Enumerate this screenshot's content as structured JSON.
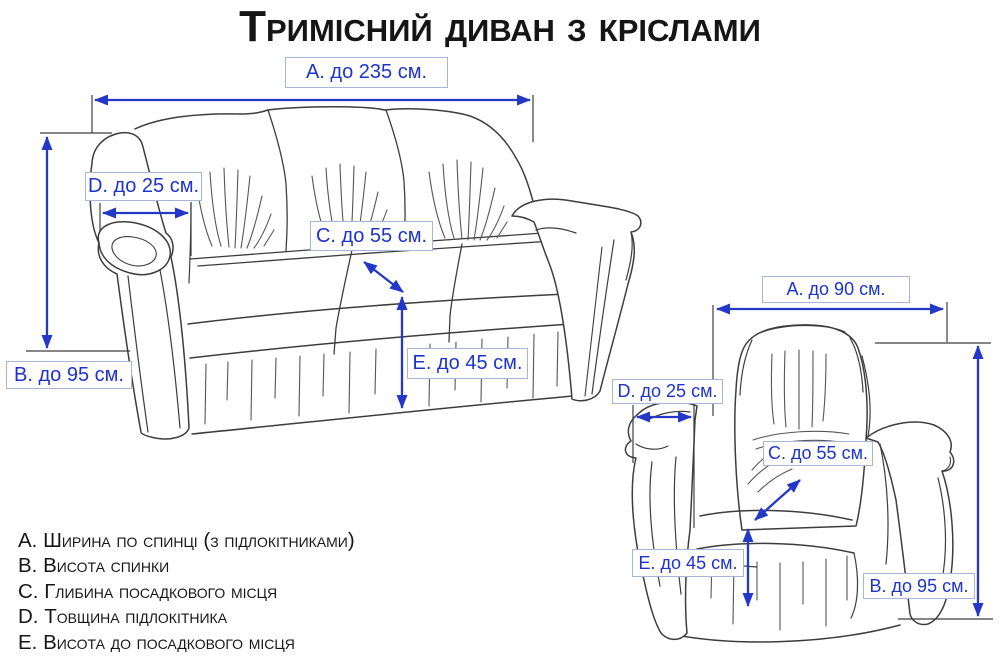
{
  "title": "Тримісний диван з кріслами",
  "sofa": {
    "name": "тримісний диван",
    "labels": {
      "a": "А. до 235 см.",
      "b": "В. до 95 см.",
      "c": "С. до 55 см.",
      "d": "D. до 25 см.",
      "e": "Е. до 45 см."
    }
  },
  "armchair": {
    "name": "крісло",
    "labels": {
      "a": "А. до 90 см.",
      "b": "В. до 95 см.",
      "c": "С. до 55 см.",
      "d": "D. до 25 см.",
      "e": "Е. до 45 см."
    }
  },
  "legend": {
    "items": [
      "А. Ширина по спинці (з підлокітниками)",
      "В. Висота спинки",
      "С. Глибина посадкового місця",
      "D. Товщина підлокітника",
      "Е. Висота до посадкового місця"
    ]
  },
  "colors": {
    "dimension_blue": "#2438c8",
    "label_text_blue": "#1d33cc",
    "label_border": "#a9b5d6",
    "line_art": "#3d3d3d",
    "background": "#ffffff"
  }
}
